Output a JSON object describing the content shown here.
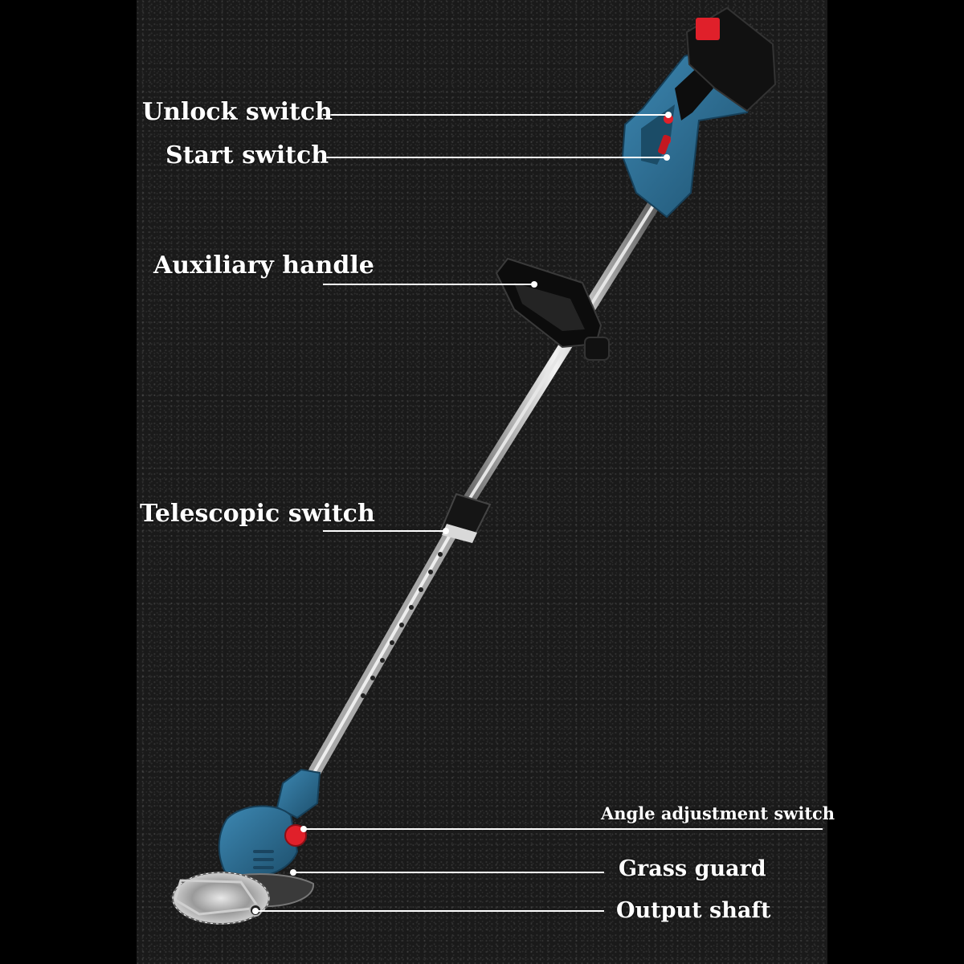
{
  "labels": {
    "unlock_switch": "Unlock switch",
    "start_switch": "Start switch",
    "auxiliary_handle": "Auxiliary handle",
    "telescopic_switch": "Telescopic switch",
    "angle_adjustment_switch": "Angle adjustment switch",
    "grass_guard": "Grass guard",
    "output_shaft": "Output shaft"
  },
  "colors": {
    "background": "#000000",
    "panel": "#1a1a1a",
    "tool_body": "#2a6f95",
    "battery": "#101010",
    "battery_button": "#e0202a",
    "shaft": "#c8c8c8",
    "callout_line": "#ffffff"
  }
}
